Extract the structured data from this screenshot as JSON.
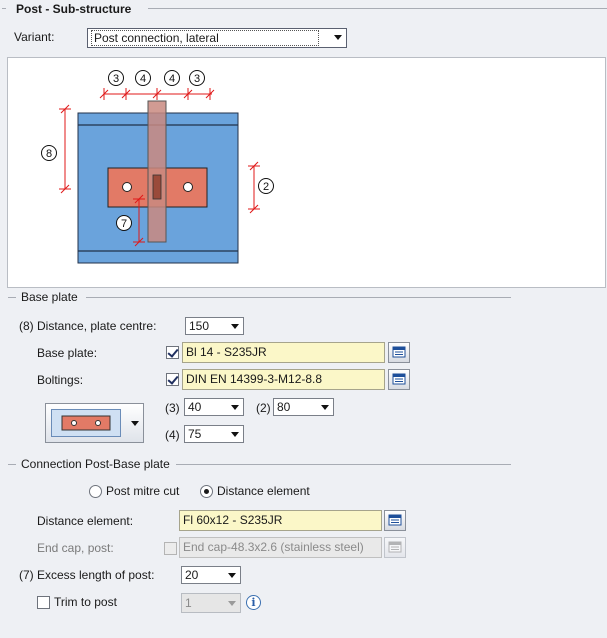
{
  "sections": {
    "post": "Post - Sub-structure",
    "base_plate": "Base plate",
    "connection": "Connection Post-Base plate"
  },
  "variant": {
    "label": "Variant:",
    "value": "Post connection, lateral"
  },
  "drawing": {
    "dims_top": [
      "3",
      "4",
      "4",
      "3"
    ],
    "dim_left": "8",
    "dim_right": "2",
    "dim_bottom": "7",
    "colors": {
      "profile": "#6aa3dc",
      "plate": "#e27a66",
      "post": "#c98a80"
    }
  },
  "base_plate": {
    "distance": {
      "label": "(8) Distance, plate centre:",
      "value": "150"
    },
    "plate": {
      "label": "Base plate:",
      "value": "Bl 14 - S235JR",
      "checked": true
    },
    "boltings": {
      "label": "Boltings:",
      "value": "DIN EN 14399-3-M12-8.8",
      "checked": true
    },
    "dim3": {
      "label": "(3)",
      "value": "40"
    },
    "dim2": {
      "label": "(2)",
      "value": "80"
    },
    "dim4": {
      "label": "(4)",
      "value": "75"
    }
  },
  "connection": {
    "radio_mitre": "Post mitre cut",
    "radio_distance": "Distance element",
    "selected": "Distance element",
    "distance_element": {
      "label": "Distance element:",
      "value": "Fl 60x12 - S235JR"
    },
    "end_cap": {
      "label": "End cap, post:",
      "value": "End cap-48.3x2.6 (stainless steel)",
      "checked": false
    },
    "excess": {
      "label": "(7) Excess length of post:",
      "value": "20"
    },
    "trim": {
      "label": "Trim to post",
      "value": "1",
      "checked": false
    }
  }
}
